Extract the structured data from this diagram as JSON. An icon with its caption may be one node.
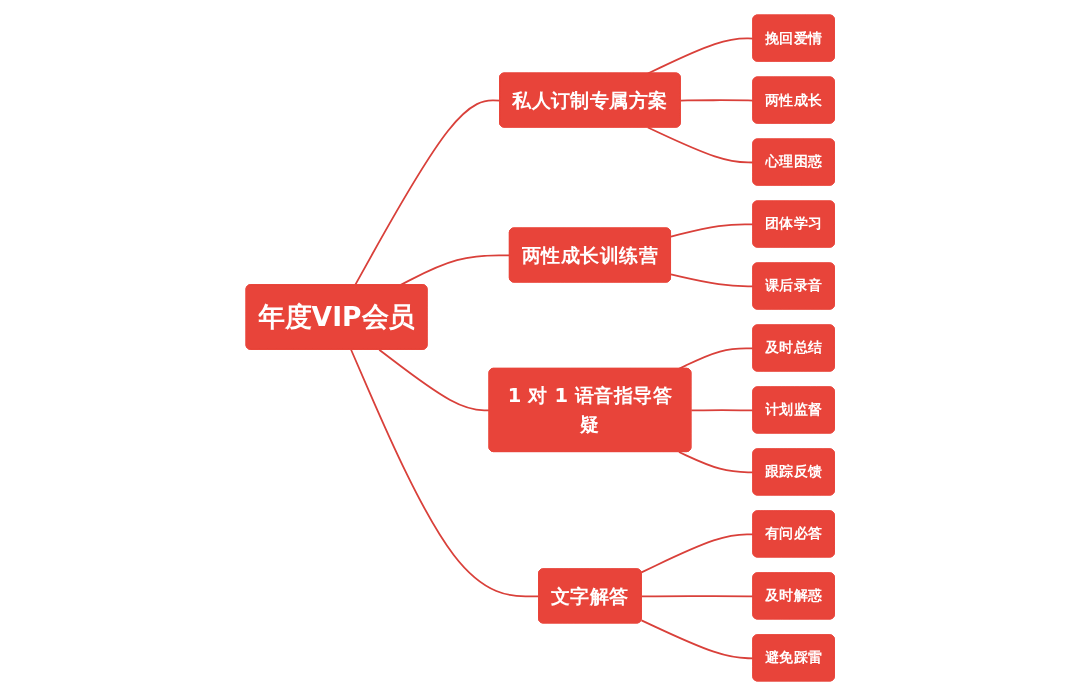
{
  "diagram": {
    "nodes": [
      {
        "text": [
          "年度VIP会员"
        ]
      },
      {
        "text": [
          "私人订制专属方案"
        ]
      },
      {
        "text": [
          "挽回爱情"
        ]
      },
      {
        "text": [
          "两性成长"
        ]
      },
      {
        "text": [
          "心理困惑"
        ]
      },
      {
        "text": [
          "两性成长训练营"
        ]
      },
      {
        "text": [
          "团体学习"
        ]
      },
      {
        "text": [
          "课后录音"
        ]
      },
      {
        "text": [
          "1 对 1 语音指导答疑"
        ]
      },
      {
        "text": [
          "及时总结"
        ]
      },
      {
        "text": [
          "计划监督"
        ]
      },
      {
        "text": [
          "跟踪反馈"
        ]
      },
      {
        "text": [
          "文字解答"
        ]
      },
      {
        "text": [
          "有问必答"
        ]
      },
      {
        "text": [
          "及时解惑"
        ]
      },
      {
        "text": [
          "避免踩雷"
        ]
      }
    ],
    "edges": [
      {
        "from": 0,
        "to": 1,
        "arrow": "none"
      },
      {
        "from": 0,
        "to": 5,
        "arrow": "none"
      },
      {
        "from": 0,
        "to": 8,
        "arrow": "none"
      },
      {
        "from": 0,
        "to": 12,
        "arrow": "none"
      },
      {
        "from": 1,
        "to": 2,
        "arrow": "none"
      },
      {
        "from": 1,
        "to": 3,
        "arrow": "none"
      },
      {
        "from": 1,
        "to": 4,
        "arrow": "none"
      },
      {
        "from": 5,
        "to": 6,
        "arrow": "none"
      },
      {
        "from": 5,
        "to": 7,
        "arrow": "none"
      },
      {
        "from": 8,
        "to": 9,
        "arrow": "none"
      },
      {
        "from": 8,
        "to": 10,
        "arrow": "none"
      },
      {
        "from": 8,
        "to": 11,
        "arrow": "none"
      },
      {
        "from": 12,
        "to": 13,
        "arrow": "none"
      },
      {
        "from": 12,
        "to": 14,
        "arrow": "none"
      },
      {
        "from": 12,
        "to": 15,
        "arrow": "none"
      }
    ]
  }
}
